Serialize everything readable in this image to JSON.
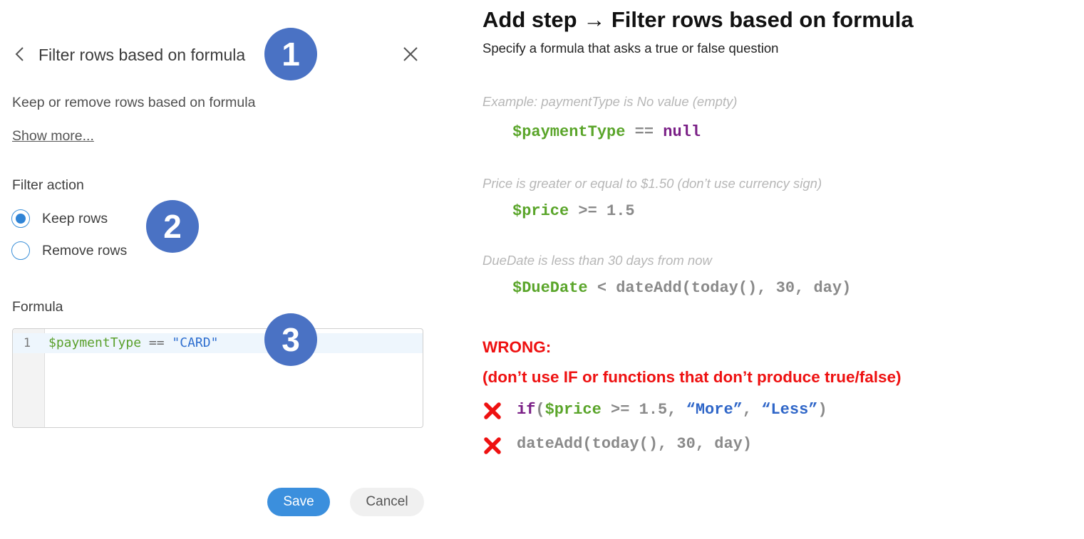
{
  "panel": {
    "title": "Filter rows based on formula",
    "description": "Keep or remove rows based on formula",
    "show_more": "Show more...",
    "filter_action_label": "Filter action",
    "options": [
      {
        "label": "Keep rows",
        "selected": true
      },
      {
        "label": "Remove rows",
        "selected": false
      }
    ],
    "formula_label": "Formula",
    "editor": {
      "line_number": "1",
      "tokens": {
        "var": "$paymentType",
        "op": " == ",
        "str": "\"CARD\""
      }
    },
    "save_label": "Save",
    "cancel_label": "Cancel"
  },
  "badges": [
    "1",
    "2",
    "3"
  ],
  "guide": {
    "title": "Add step → Filter rows based on formula",
    "subtitle": "Specify a formula that asks a true or false question",
    "examples": [
      {
        "hint": "Example: paymentType is No value (empty)",
        "tokens": [
          {
            "text": "$paymentType",
            "color": "green"
          },
          {
            "text": " == ",
            "color": "gray"
          },
          {
            "text": "null",
            "color": "purple"
          }
        ]
      },
      {
        "hint": "Price is greater or equal to $1.50 (don’t use currency sign)",
        "tokens": [
          {
            "text": "$price",
            "color": "green"
          },
          {
            "text": " >= 1.5",
            "color": "gray"
          }
        ]
      },
      {
        "hint": "DueDate is less than 30 days from now",
        "tokens": [
          {
            "text": "$DueDate",
            "color": "green"
          },
          {
            "text": " < dateAdd(today(), 30, day)",
            "color": "gray"
          }
        ]
      }
    ],
    "wrong_heading": "WRONG:",
    "wrong_note": "(don’t use IF or functions that don’t produce true/false)",
    "wrong_examples": [
      {
        "tokens": [
          {
            "text": "if",
            "color": "purple"
          },
          {
            "text": "(",
            "color": "gray"
          },
          {
            "text": "$price",
            "color": "green"
          },
          {
            "text": " >= 1.5, ",
            "color": "gray"
          },
          {
            "text": "“More”",
            "color": "blue"
          },
          {
            "text": ", ",
            "color": "gray"
          },
          {
            "text": "“Less”",
            "color": "blue"
          },
          {
            "text": ")",
            "color": "gray"
          }
        ]
      },
      {
        "tokens": [
          {
            "text": "dateAdd(today(), 30, day)",
            "color": "gray"
          }
        ]
      }
    ]
  },
  "colors": {
    "accent": "#3b8fdd",
    "badge": "#4a72c4",
    "wrong": "#ee1111",
    "code_green": "#5aa52a",
    "code_purple": "#7a1f86",
    "code_blue": "#2f66c8"
  }
}
